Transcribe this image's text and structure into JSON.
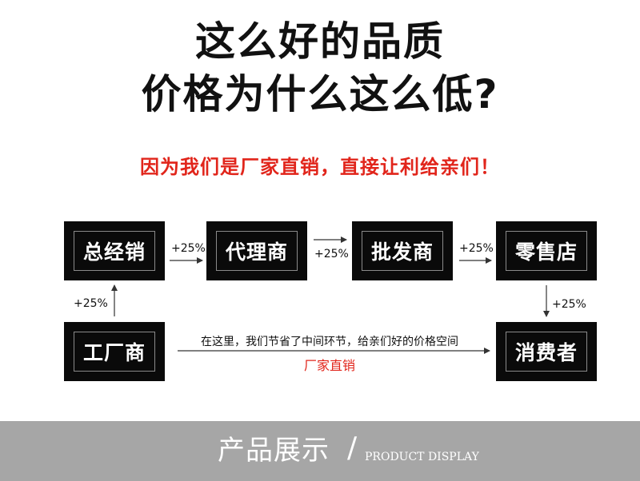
{
  "headline": {
    "line1": "这么好的品质",
    "line2": "价格为什么这么低?"
  },
  "subtitle": "因为我们是厂家直销，直接让利给亲们！",
  "diagram": {
    "nodes": {
      "general_distributor": "总经销",
      "agent": "代理商",
      "wholesaler": "批发商",
      "retail_store": "零售店",
      "factory": "工厂商",
      "consumer": "消费者"
    },
    "markups": {
      "factory_to_general": "+25%",
      "general_to_agent": "+25%",
      "agent_to_wholesaler": "+25%",
      "wholesaler_to_retail": "+25%",
      "retail_to_consumer": "+25%"
    },
    "direct_path": {
      "note": "在这里，我们节省了中间环节，给亲们好的价格空间",
      "label": "厂家直销"
    }
  },
  "footer": {
    "title_cn": "产品展示",
    "slash": "/",
    "title_en": "PRODUCT DISPLAY",
    "band_color": "#a6a6a6"
  },
  "colors": {
    "accent_red": "#e1251b",
    "node_bg": "#0a0a0a"
  }
}
